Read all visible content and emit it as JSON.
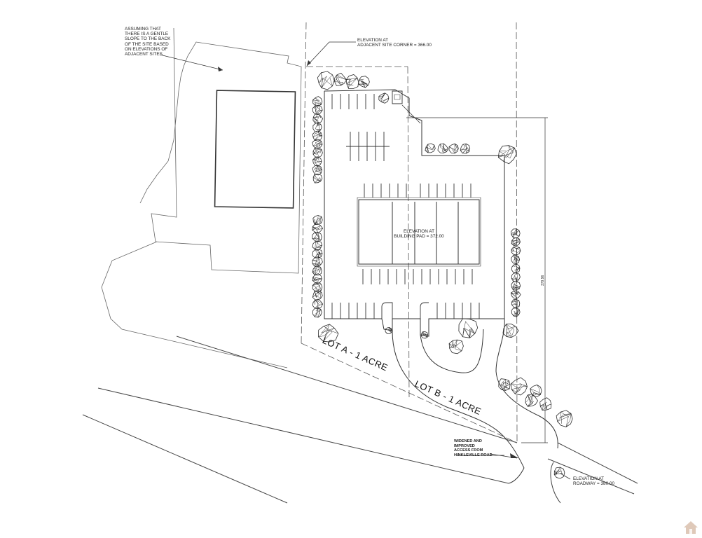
{
  "notes": {
    "slope": "ASSUMING THAT\nTHERE IS A GENTLE\nSLOPE TO THE BACK\nOF THE SITE BASED\nON ELEVATIONS OF\nADJACENT SITES",
    "corner": "ELEVATION AT\nADJACENT SITE CORNER = 366.00",
    "pad": "ELEVATION AT\nBUILDING PAD = 372.00",
    "access": "WIDENED AND\nIMPROVED\nACCESS FROM\nHINKLEVILLE ROAD",
    "roadway": "ELEVATION AT\nROADWAY = 380.00"
  },
  "lots": {
    "lot_a": "LOT A - 1 ACRE",
    "lot_b": "LOT B - 1 ACRE"
  },
  "dimension": "379.96",
  "colors": {
    "line": "#333333",
    "dash": "#555555",
    "tree": "#2a2a2a",
    "logo": "#c9a58a"
  },
  "icons": {
    "watermark": "house-icon"
  }
}
